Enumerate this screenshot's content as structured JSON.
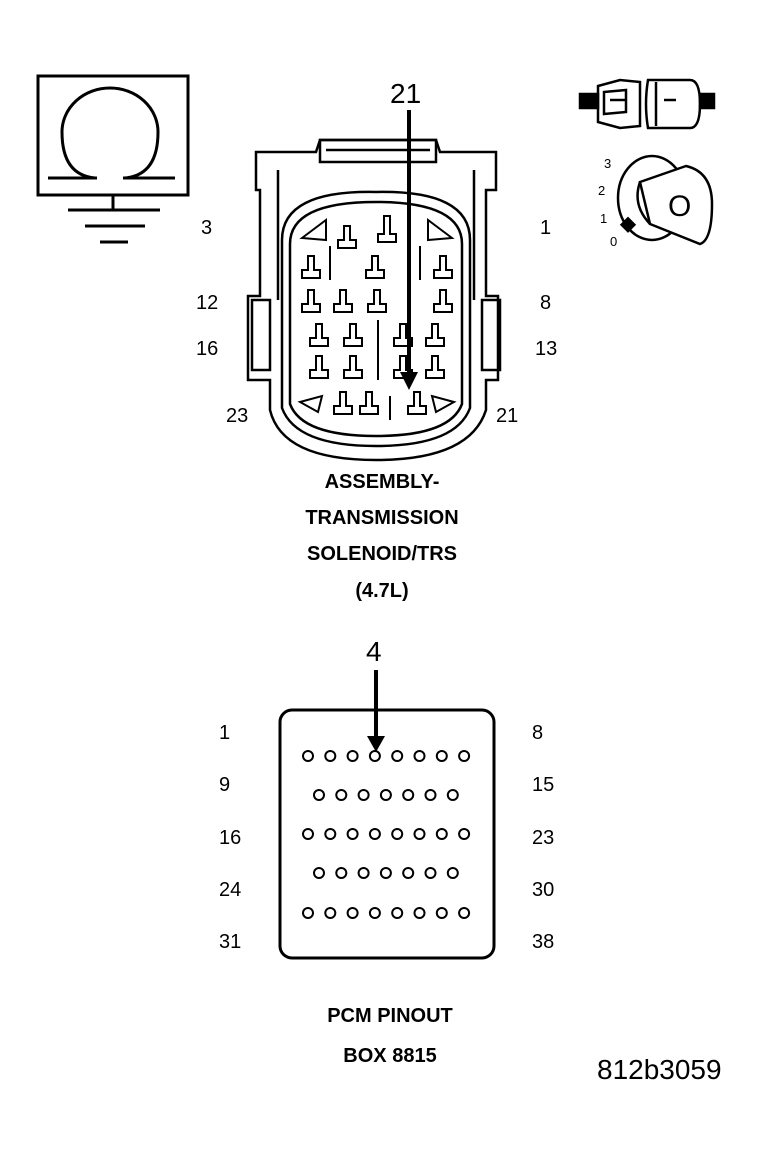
{
  "meter_symbol": "ohmmeter-ground-icon",
  "key_switch": {
    "positions": [
      "3",
      "2",
      "1",
      "0"
    ],
    "key_label": "O"
  },
  "connector": {
    "callout_pin": "21",
    "pin_labels": {
      "top_left": "3",
      "top_right": "1",
      "mid_left_a": "12",
      "mid_right_a": "8",
      "mid_left_b": "16",
      "mid_right_b": "13",
      "bottom_left": "23",
      "bottom_right": "21"
    },
    "title_lines": [
      "ASSEMBLY-",
      "TRANSMISSION",
      "SOLENOID/TRS",
      "(4.7L)"
    ]
  },
  "pcm": {
    "callout_pin": "4",
    "row_labels": [
      {
        "left": "1",
        "right": "8"
      },
      {
        "left": "9",
        "right": "15"
      },
      {
        "left": "16",
        "right": "23"
      },
      {
        "left": "24",
        "right": "30"
      },
      {
        "left": "31",
        "right": "38"
      }
    ],
    "title_lines": [
      "PCM PINOUT",
      "BOX 8815"
    ]
  },
  "figure_id": "812b3059"
}
